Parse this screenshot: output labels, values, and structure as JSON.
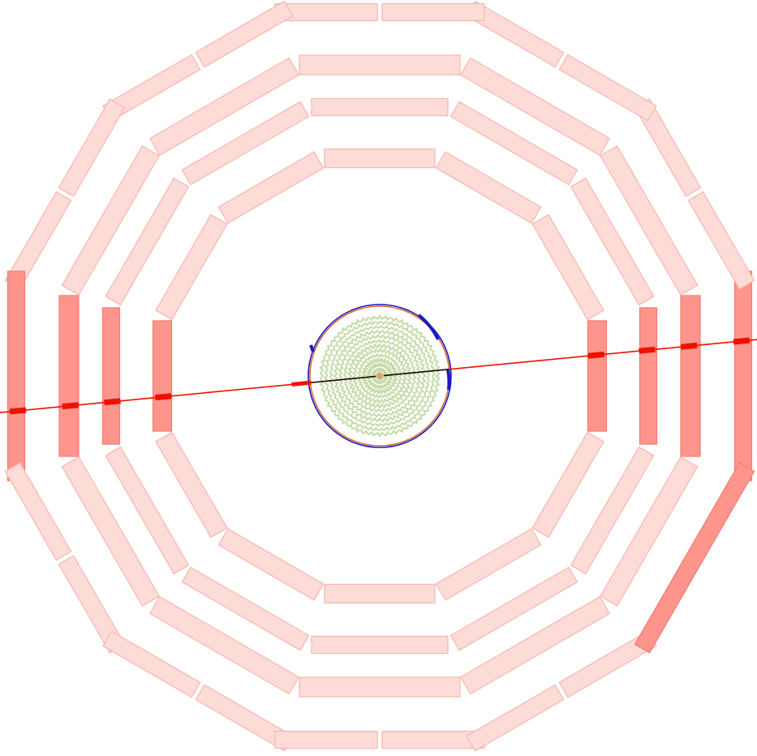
{
  "event_display": {
    "view": "transverse",
    "colors": {
      "background": "#ffffff",
      "chamber_fill": "#fddcd8",
      "chamber_stroke": "#f6b6ae",
      "chamber_hit_fill": "#fd958c",
      "chamber_hit_stroke": "#f27b70",
      "muon_track": "#ee1100",
      "muon_segment": "#ee1100",
      "inner_track": "#111111",
      "tracker_hits": "#c3dba6",
      "calo_ring_outer": "#1a17c8",
      "calo_ring_inner": "#d86a2a",
      "beam_spot": "#f0a030"
    },
    "muon_stations": [
      {
        "station": 1,
        "hit_sectors": [
          0,
          6
        ]
      },
      {
        "station": 2,
        "hit_sectors": [
          0,
          6
        ]
      },
      {
        "station": 3,
        "hit_sectors": [
          0,
          6
        ]
      },
      {
        "station": 4,
        "hit_sectors": [
          0,
          11,
          6
        ]
      }
    ],
    "muon_track": {
      "direction_deg": 5.5,
      "hit_count": 8
    },
    "tracker": {
      "rings": 12
    }
  }
}
